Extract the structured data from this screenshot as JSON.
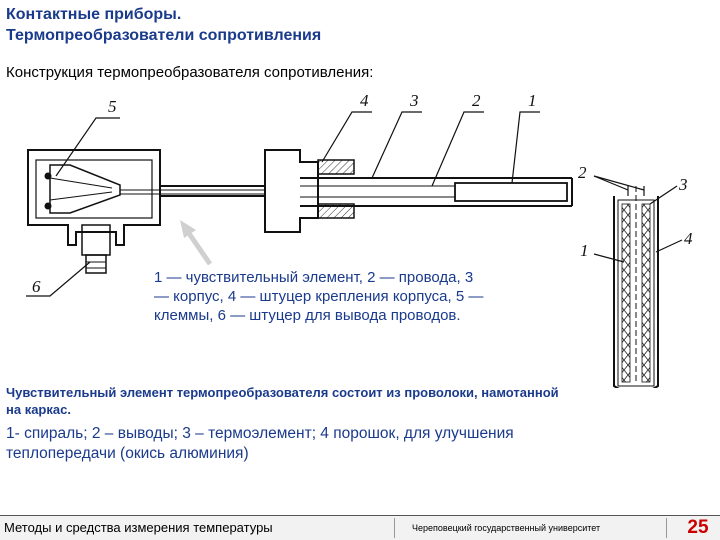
{
  "header": {
    "title_line1": "Контактные приборы.",
    "title_line2": "Термопреобразователи сопротивления"
  },
  "subtitle": "Конструкция термопреобразователя сопротивления:",
  "diagram": {
    "left_labels": [
      "5",
      "4",
      "3",
      "2",
      "1",
      "6"
    ],
    "right_labels": [
      "2",
      "3",
      "1",
      "4"
    ]
  },
  "caption": "1 — чувствительный элемент, 2 — провода, 3 — корпус, 4 — штуцер крепления корпуса, 5 — клеммы, 6 — штуцер для вывода проводов.",
  "paragraph_bold": "Чувствительный элемент термопреобразователя состоит из проволоки, намотанной на каркас.",
  "paragraph": "1- спираль; 2 – выводы; 3 – термоэлемент; 4 порошок, для улучшения теплопередачи (окись алюминия)",
  "footer": {
    "course": "Методы и средства измерения температуры",
    "university": "Череповецкий государственный университет",
    "page_number": "25"
  },
  "colors": {
    "heading": "#1a3a8c",
    "page_number": "#cc0000"
  }
}
